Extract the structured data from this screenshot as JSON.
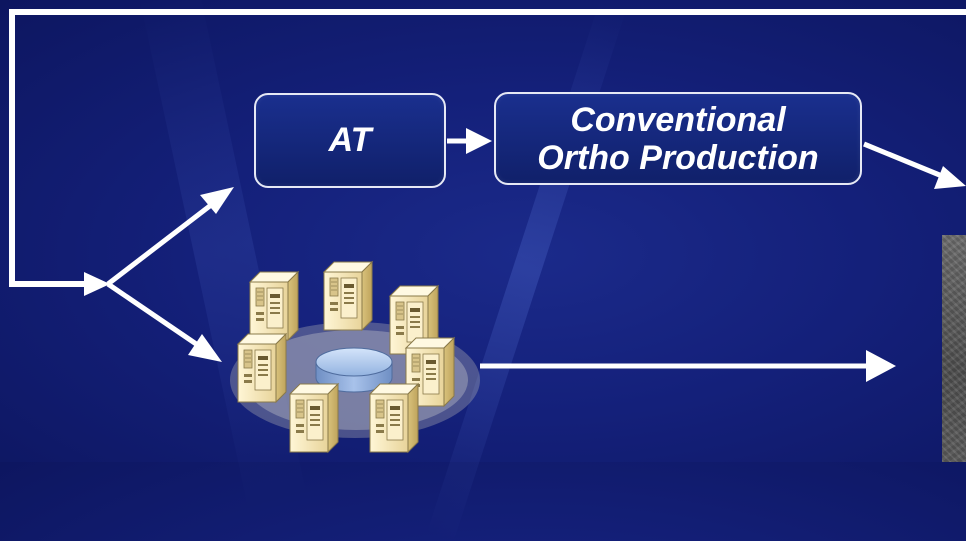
{
  "diagram": {
    "box_at": {
      "label": "AT"
    },
    "box_conventional": {
      "line1": "Conventional",
      "line2": "Ortho Production"
    }
  },
  "icons": {
    "server_cluster": "server-cluster-icon",
    "output_image": "ortho-image-thumbnail"
  },
  "colors": {
    "background": "#14207a",
    "arrow": "#ffffff",
    "box_border": "#e6e9f5",
    "server_body": "#f3e6b8",
    "disk": "#a9c4ea"
  }
}
